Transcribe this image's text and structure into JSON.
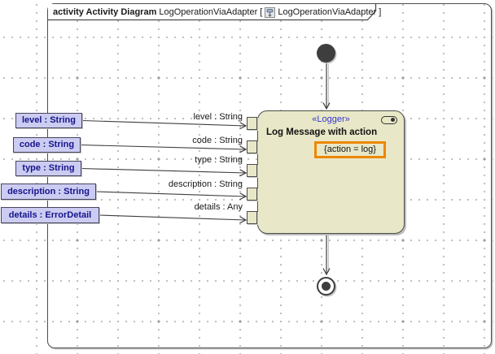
{
  "diagram": {
    "header": {
      "keyword": "activity Activity Diagram",
      "context_name": "LogOperationViaAdapter",
      "open_bracket": "[",
      "diagram_name": "LogOperationViaAdapter",
      "close_bracket": "]"
    }
  },
  "parameter_nodes": [
    {
      "label": "level : String"
    },
    {
      "label": "code : String"
    },
    {
      "label": "type : String"
    },
    {
      "label": "description : String"
    },
    {
      "label": "details : ErrorDetail"
    }
  ],
  "flow_labels": [
    {
      "label": "level : String"
    },
    {
      "label": "code : String"
    },
    {
      "label": "type : String"
    },
    {
      "label": "description : String"
    },
    {
      "label": "details : Any"
    }
  ],
  "action_node": {
    "stereotype": "«Logger»",
    "name": "Log Message with action",
    "tagged_value": "{action = log}"
  },
  "colors": {
    "parameter_node_fill": "#ccccf2",
    "parameter_text": "#14148c",
    "action_node_fill": "#e8e8c8",
    "stereotype_text": "#3636d0",
    "tag_highlight_border": "#ee8700",
    "edge": "#3e3e3e",
    "grid_dot": "#b9b9b9"
  }
}
